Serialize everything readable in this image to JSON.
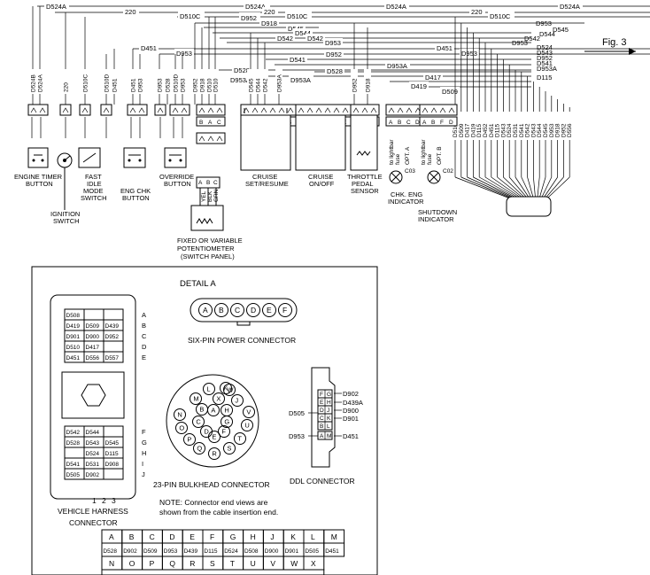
{
  "figure_label": "Fig. 3",
  "top_wires": [
    {
      "label": "D524A"
    },
    {
      "label": "220"
    },
    {
      "label": "D510C"
    },
    {
      "label": "D952"
    },
    {
      "label": "D918"
    },
    {
      "label": "D545"
    },
    {
      "label": "D544"
    },
    {
      "label": "D542"
    },
    {
      "label": "D953"
    },
    {
      "label": "D451"
    },
    {
      "label": "D541"
    },
    {
      "label": "D528"
    },
    {
      "label": "D953A"
    },
    {
      "label": "D417"
    },
    {
      "label": "D419"
    },
    {
      "label": "D509"
    },
    {
      "label": "D115"
    }
  ],
  "right_wires": [
    "D953",
    "D545",
    "D544",
    "D542",
    "D953",
    "D524",
    "D543",
    "D952",
    "D541",
    "D953A",
    "D115"
  ],
  "harness_vertical": [
    "D510",
    "D509",
    "D417",
    "D419",
    "D115",
    "D452",
    "D451",
    "D115",
    "D543",
    "D524",
    "D531",
    "D541",
    "D542",
    "D543",
    "D544",
    "D545",
    "D953",
    "D918",
    "D952",
    "D556"
  ],
  "column_labels": [
    {
      "label": "D524B"
    },
    {
      "label": "D524A"
    },
    {
      "label": "220"
    },
    {
      "label": "D510C"
    },
    {
      "label": "D510D"
    },
    {
      "label": "D451"
    },
    {
      "label": "D451"
    },
    {
      "label": "D953"
    },
    {
      "label": "D953"
    },
    {
      "label": "D528"
    },
    {
      "label": "D510D"
    },
    {
      "label": "D953"
    },
    {
      "label": "D952"
    },
    {
      "label": "D918"
    },
    {
      "label": "D510"
    },
    {
      "label": "D510"
    },
    {
      "label": "D545"
    },
    {
      "label": "D544"
    },
    {
      "label": "D542"
    },
    {
      "label": "D953A"
    },
    {
      "label": "D952"
    },
    {
      "label": "D918"
    }
  ],
  "components": {
    "engine_timer": "ENGINE TIMER BUTTON",
    "ignition": "IGNITION SWITCH",
    "fast_idle": "FAST IDLE MODE SWITCH",
    "eng_chk": "ENG CHK BUTTON",
    "override": "OVERRIDE BUTTON",
    "potentiometer": "FIXED OR VARIABLE POTENTIOMETER (SWITCH PANEL)",
    "cruise_set": "CRUISE SET/RESUME",
    "cruise_onoff": "CRUISE ON/OFF",
    "throttle": "THROTTLE PEDAL SENSOR",
    "chk_eng": "CHK. ENG INDICATOR",
    "shutdown": "SHUTDOWN INDICATOR",
    "opt_a": "OPT. A",
    "opt_b": "OPT. B",
    "lightbar_a": "to lightbar fuse",
    "lightbar_b": "to lightbar fuse",
    "c03": "C03",
    "c02": "C02"
  },
  "pot_wires": [
    "YEL",
    "BLK",
    "GRN"
  ],
  "pot_pins": [
    "A",
    "B",
    "C"
  ],
  "detail": {
    "title": "DETAIL A",
    "six_pin_caption": "SIX-PIN POWER CONNECTOR",
    "six_pin_letters": [
      "A",
      "B",
      "C",
      "D",
      "E",
      "F"
    ],
    "bulkhead_caption": "23-PIN BULKHEAD CONNECTOR",
    "ddl_caption": "DDL CONNECTOR",
    "vehicle_caption": "VEHICLE HARNESS CONNECTOR",
    "vehicle_cols": [
      "1",
      "2",
      "3"
    ],
    "vehicle_top_rows": [
      [
        "D508",
        "",
        ""
      ],
      [
        "D419",
        "D509",
        "D439"
      ],
      [
        "D901",
        "D900",
        "D952"
      ],
      [
        "D510",
        "D417",
        ""
      ],
      [
        "D451",
        "D556",
        "D557"
      ]
    ],
    "vehicle_top_row_letters": [
      "A",
      "B",
      "C",
      "D",
      "E"
    ],
    "vehicle_bottom_rows": [
      [
        "D542",
        "D544",
        ""
      ],
      [
        "D528",
        "D543",
        "D545"
      ],
      [
        "",
        "D524",
        "D115"
      ],
      [
        "D541",
        "D531",
        "D908"
      ],
      [
        "D505",
        "D902",
        ""
      ]
    ],
    "vehicle_bottom_row_letters": [
      "F",
      "G",
      "H",
      "I",
      "J"
    ],
    "note": "NOTE: Connector end views are shown from the cable insertion end.",
    "ddl_pins": [
      "F",
      "G",
      "E",
      "H",
      "D",
      "J",
      "C",
      "K",
      "B",
      "L",
      "A",
      "M"
    ],
    "ddl_right_labels": [
      "D902",
      "D439A",
      "D900",
      "D901",
      "D451"
    ],
    "ddl_left_labels": [
      "D505",
      "D953"
    ],
    "bulkhead_pins": [
      "A",
      "B",
      "C",
      "D",
      "E",
      "F",
      "G",
      "H",
      "J",
      "K",
      "L",
      "M",
      "N",
      "O",
      "P",
      "Q",
      "R",
      "S",
      "T",
      "U",
      "V",
      "W",
      "X"
    ],
    "bulk_table_head1": [
      "A",
      "B",
      "C",
      "D",
      "E",
      "F",
      "G",
      "H",
      "J",
      "K",
      "L",
      "M"
    ],
    "bulk_table_row1": [
      "D528",
      "D902",
      "D509",
      "D953",
      "D439",
      "D115",
      "D524",
      "D508",
      "D900",
      "D901",
      "D505",
      "D451"
    ],
    "bulk_table_head2": [
      "N",
      "O",
      "P",
      "Q",
      "R",
      "S",
      "T",
      "U",
      "V",
      "W",
      "X"
    ]
  },
  "pin_letters": {
    "bac": [
      "B",
      "A",
      "C"
    ],
    "efdcab": [
      "E",
      "F",
      "D",
      "C",
      "A",
      "B"
    ],
    "bcafde": [
      "B",
      "C",
      "A",
      "F",
      "D",
      "E"
    ],
    "abc": [
      "A",
      "B",
      "C"
    ],
    "abcd": [
      "A",
      "B",
      "C",
      "D"
    ],
    "abfd": [
      "A",
      "B",
      "F",
      "D"
    ],
    "abc2": [
      "A",
      "B",
      "C"
    ]
  }
}
